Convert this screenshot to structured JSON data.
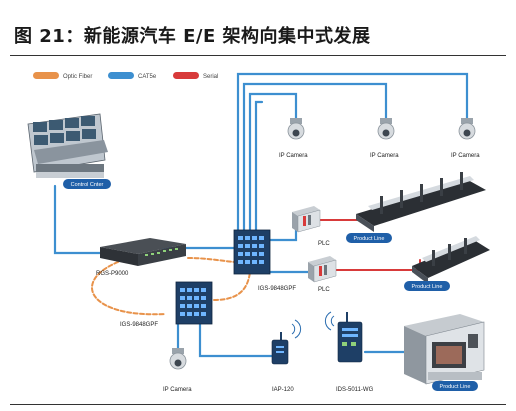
{
  "title": "图 21：新能源汽车 E/E 架构向集中式发展",
  "legend": {
    "optic": "Optic Fiber",
    "cat5e": "CAT5e",
    "serial": "Serial"
  },
  "colors": {
    "optic": "#e8924a",
    "cat5e": "#3d8fd0",
    "serial": "#d83a3a",
    "tag": "#1f5fa8"
  },
  "labels": {
    "control_center": "Control Cnter",
    "rgs": "RGS-P9000",
    "igs_left": "IGS-9848GPF",
    "igs_center": "IGS-9848GPF",
    "plc1": "PLC",
    "plc2": "PLC",
    "product_line1": "Product Line",
    "product_line2": "Product Line",
    "product_line3": "Product Line",
    "ipcam1": "IP Camera",
    "ipcam2": "IP Camera",
    "ipcam3": "IP Camera",
    "ipcam4": "IP Camera",
    "iap": "IAP-120",
    "ids": "IDS-5011-WG"
  }
}
